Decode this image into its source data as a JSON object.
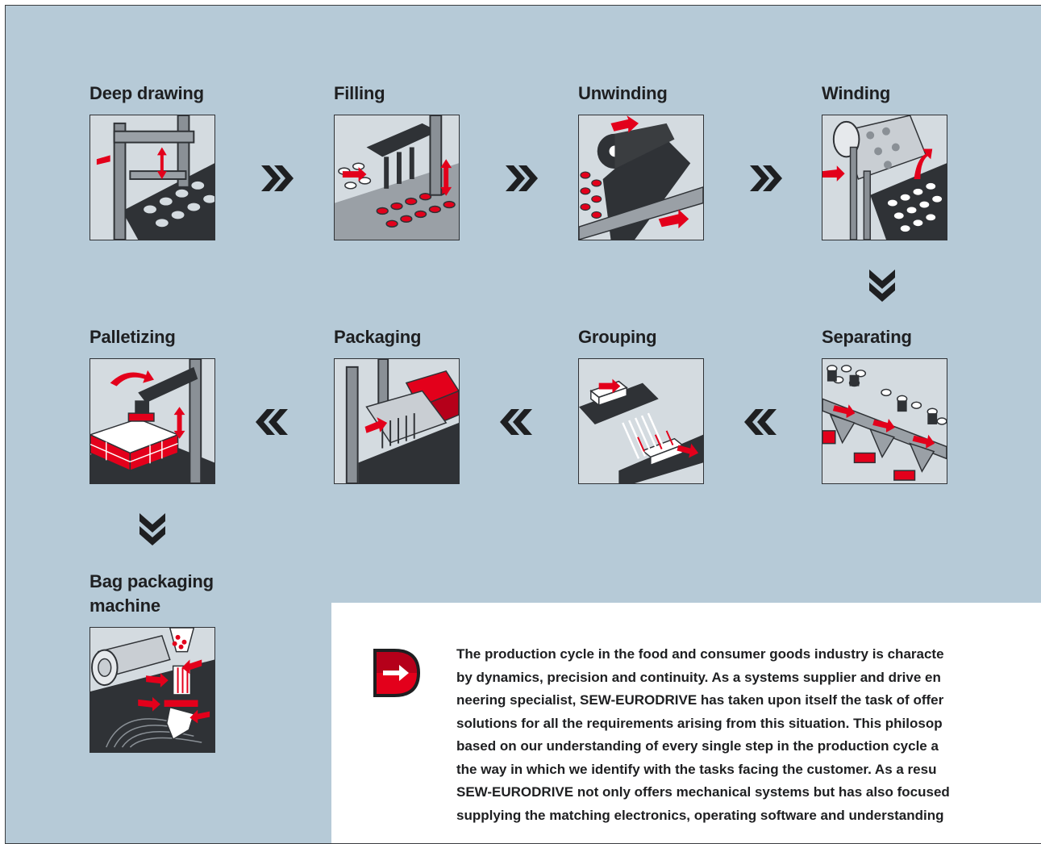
{
  "steps": [
    {
      "label": "Deep drawing",
      "icon": "deep-drawing-illustration"
    },
    {
      "label": "Filling",
      "icon": "filling-illustration"
    },
    {
      "label": "Unwinding",
      "icon": "unwinding-illustration"
    },
    {
      "label": "Winding",
      "icon": "winding-illustration"
    },
    {
      "label": "Separating",
      "icon": "separating-illustration"
    },
    {
      "label": "Grouping",
      "icon": "grouping-illustration"
    },
    {
      "label": "Packaging",
      "icon": "packaging-illustration"
    },
    {
      "label": "Palletizing",
      "icon": "palletizing-illustration"
    },
    {
      "label_line1": "Bag packaging",
      "label_line2": "machine",
      "icon": "bag-packaging-illustration"
    }
  ],
  "description": {
    "lines": [
      "The production cycle in the food and consumer goods industry is characte",
      "by dynamics, precision and continuity. As a systems supplier and drive en",
      "neering specialist, SEW-EURODRIVE has taken upon itself the task of offer",
      "solutions for all the requirements arising from this situation. This philosop",
      "based on our understanding of every single step in the production cycle a",
      "the way in which we identify with the tasks facing the customer. As a resu",
      "SEW-EURODRIVE not only offers mechanical systems but has also focused",
      "supplying the matching electronics, operating software and understanding"
    ]
  },
  "colors": {
    "background": "#b6cad7",
    "accent_red": "#e3001b",
    "dark": "#2f3236",
    "tile_light": "#d4dbe0",
    "text": "#1e1f21"
  }
}
